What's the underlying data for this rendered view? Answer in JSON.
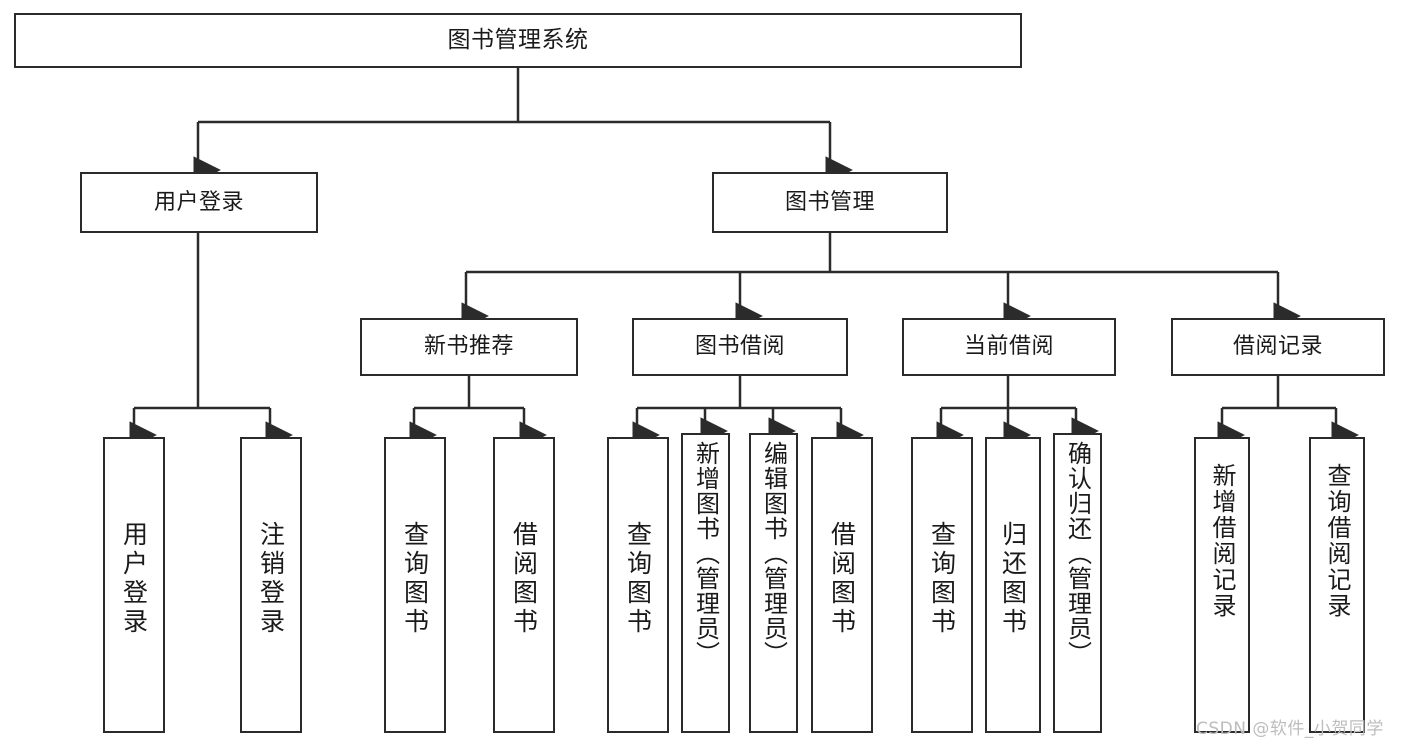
{
  "diagram": {
    "type": "tree",
    "title": "图书管理系统",
    "orientation": "top-down",
    "colors": {
      "stroke": "#2b2b2b",
      "fill": "#ffffff",
      "text": "#1a1a1a",
      "watermark": "#bdbdbd"
    }
  },
  "watermark": {
    "text": "CSDN @软件_小贺同学"
  },
  "nodes": {
    "root": {
      "label": "图书管理系统"
    },
    "level1": [
      {
        "label": "用户登录"
      },
      {
        "label": "图书管理"
      }
    ],
    "level2": [
      {
        "label": "新书推荐"
      },
      {
        "label": "图书借阅"
      },
      {
        "label": "当前借阅"
      },
      {
        "label": "借阅记录"
      }
    ],
    "leaves": {
      "user_login": [
        {
          "label": "用户登录"
        },
        {
          "label": "注销登录"
        }
      ],
      "new_book_recommend": [
        {
          "label": "查询图书"
        },
        {
          "label": "借阅图书"
        }
      ],
      "book_borrow": [
        {
          "label": "查询图书"
        },
        {
          "label": "新增图书（管理员）"
        },
        {
          "label": "编辑图书（管理员）"
        },
        {
          "label": "借阅图书"
        }
      ],
      "current_borrow": [
        {
          "label": "查询图书"
        },
        {
          "label": "归还图书"
        },
        {
          "label": "确认归还（管理员）"
        }
      ],
      "borrow_record": [
        {
          "label": "新增借阅记录"
        },
        {
          "label": "查询借阅记录"
        }
      ]
    }
  }
}
